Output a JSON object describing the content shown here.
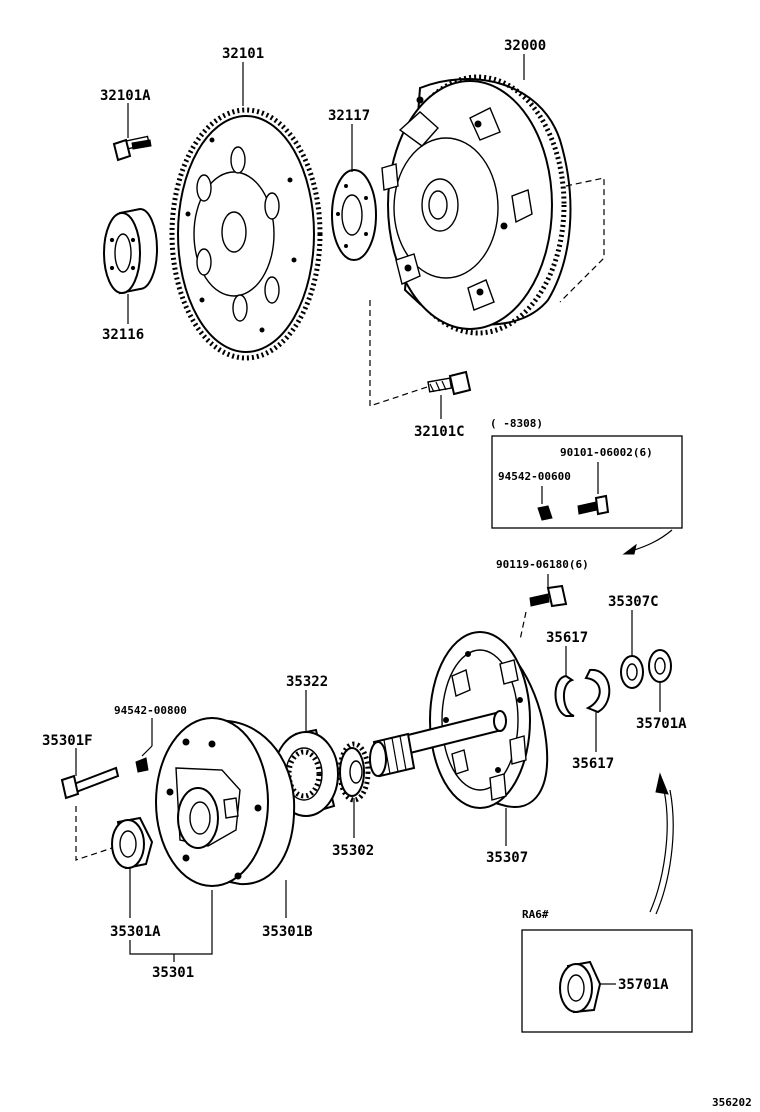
{
  "labels": {
    "p32101": "32101",
    "p32000": "32000",
    "p32101A": "32101A",
    "p32117": "32117",
    "p32116": "32116",
    "p32101C": "32101C",
    "range_note": "(    -8308)",
    "p90101": "90101-06002(6)",
    "p94542_600": "94542-00600",
    "p90119": "90119-06180(6)",
    "p35307C": "35307C",
    "p35617a": "35617",
    "p35617b": "35617",
    "p35701A": "35701A",
    "p35322": "35322",
    "p94542_800": "94542-00800",
    "p35301F": "35301F",
    "p35302": "35302",
    "p35307": "35307",
    "p35301A": "35301A",
    "p35301B": "35301B",
    "p35301": "35301",
    "ra6": "RA6#",
    "p35701A_box": "35701A",
    "diagram_code": "356202"
  }
}
